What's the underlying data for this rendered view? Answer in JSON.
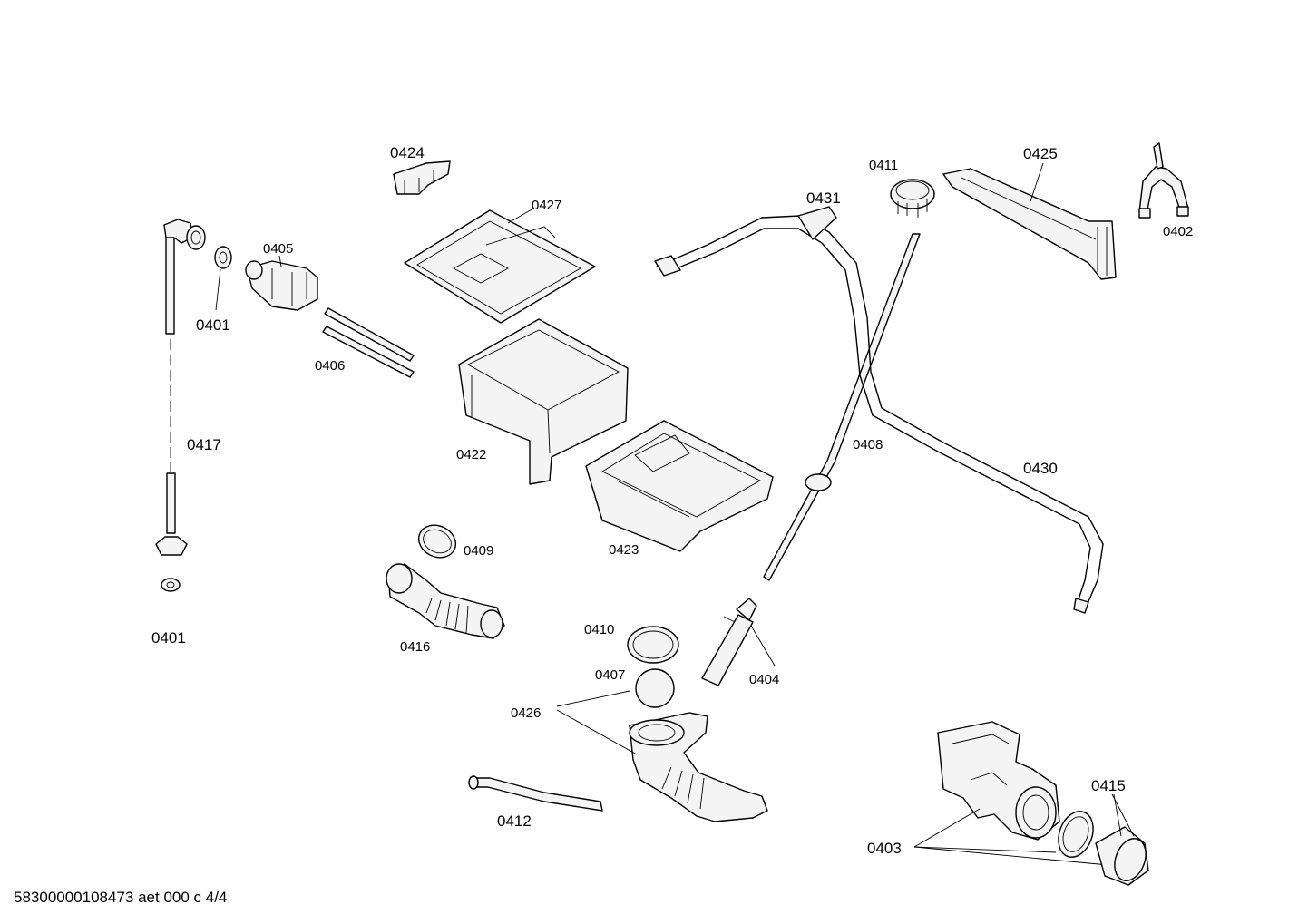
{
  "parts": {
    "p0424": "0424",
    "p0427": "0427",
    "p0405": "0405",
    "p0401a": "0401",
    "p0401b": "0401",
    "p0406": "0406",
    "p0422": "0422",
    "p0417": "0417",
    "p0423": "0423",
    "p0409": "0409",
    "p0416": "0416",
    "p0410": "0410",
    "p0407": "0407",
    "p0426": "0426",
    "p0412": "0412",
    "p0404": "0404",
    "p0431": "0431",
    "p0411": "0411",
    "p0425": "0425",
    "p0402": "0402",
    "p0408": "0408",
    "p0430": "0430",
    "p0415": "0415",
    "p0403": "0403"
  },
  "footer": "58300000108473 aet 000 c 4/4"
}
